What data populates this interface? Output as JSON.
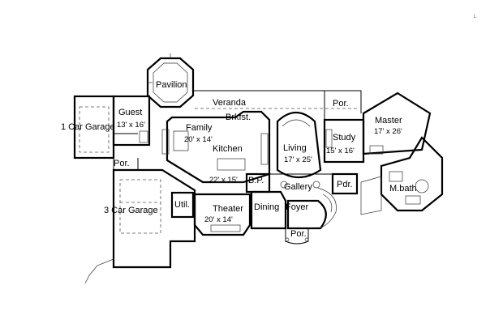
{
  "corner_mark": "L",
  "rooms": {
    "pavilion": "Pavilion",
    "veranda": "Veranda",
    "porch_top": "Por.",
    "guest": "Guest",
    "guest_dim": "13' x 16'",
    "one_car_garage": "1 Car Garage",
    "family": "Family",
    "family_dim": "20' x 14'",
    "brkfst": "Brkfst.",
    "kitchen": "Kitchen",
    "kitchen_dim": "22' x 15'",
    "living": "Living",
    "living_dim": "17' x 25'",
    "study": "Study",
    "study_dim": "15' x 16'",
    "master": "Master",
    "master_dim": "17' x 26'",
    "porch_left": "Por.",
    "bp": "B.P.",
    "gallery": "Gallery",
    "pdr": "Pdr.",
    "mbath": "M.bath",
    "three_car_garage": "3 Car Garage",
    "util": "Util.",
    "theater": "Theater",
    "theater_dim": "20' x 14'",
    "dining": "Dining",
    "foyer": "Foyer",
    "porch_front": "Por."
  }
}
